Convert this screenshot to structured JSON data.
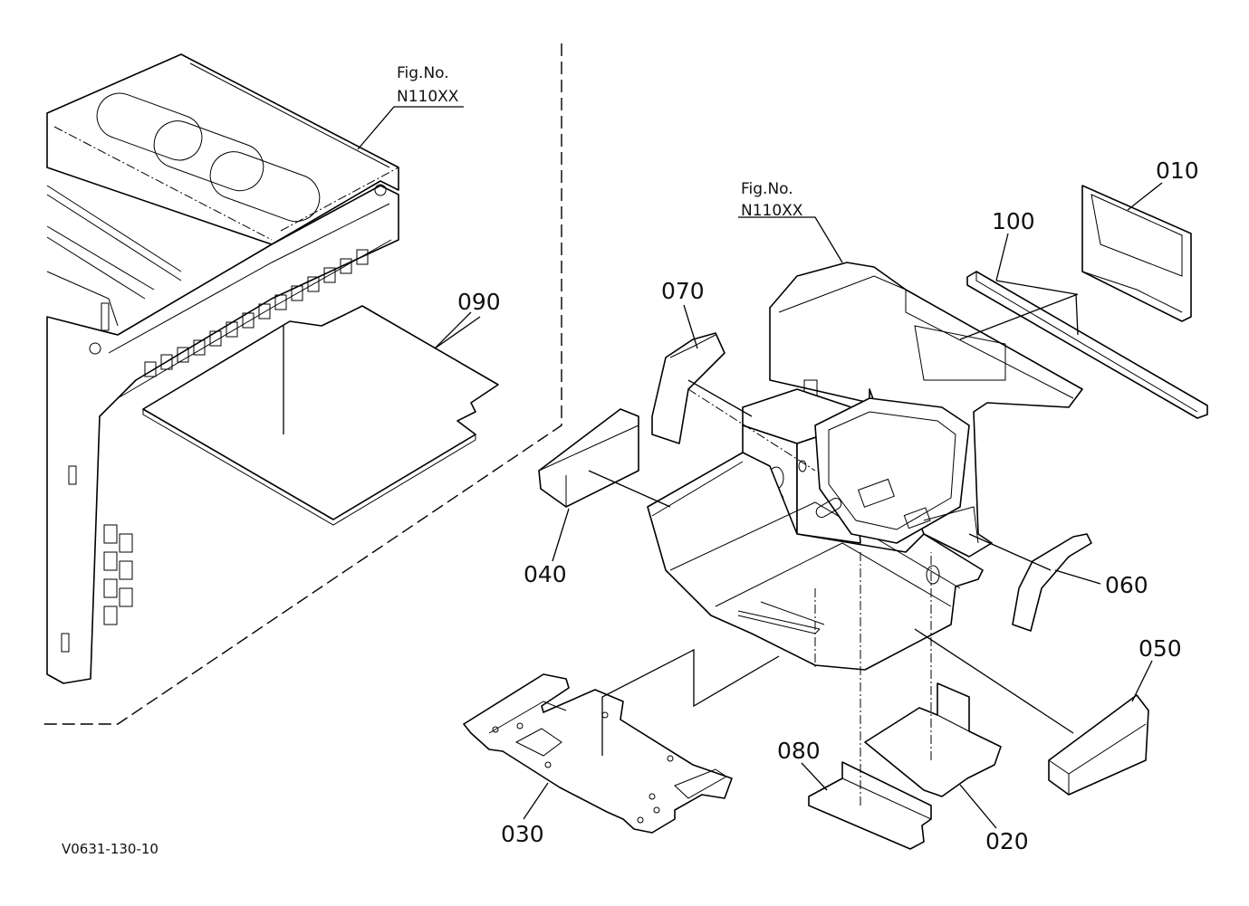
{
  "figure_refs": [
    {
      "fig_label": "Fig.No.",
      "fig_code": "N110XX"
    },
    {
      "fig_label": "Fig.No.",
      "fig_code": "N110XX"
    }
  ],
  "parts": {
    "p010": "010",
    "p020": "020",
    "p030": "030",
    "p040": "040",
    "p050": "050",
    "p060": "060",
    "p070": "070",
    "p080": "080",
    "p090": "090",
    "p100": "100"
  },
  "drawing_code": "V0631-130-10"
}
